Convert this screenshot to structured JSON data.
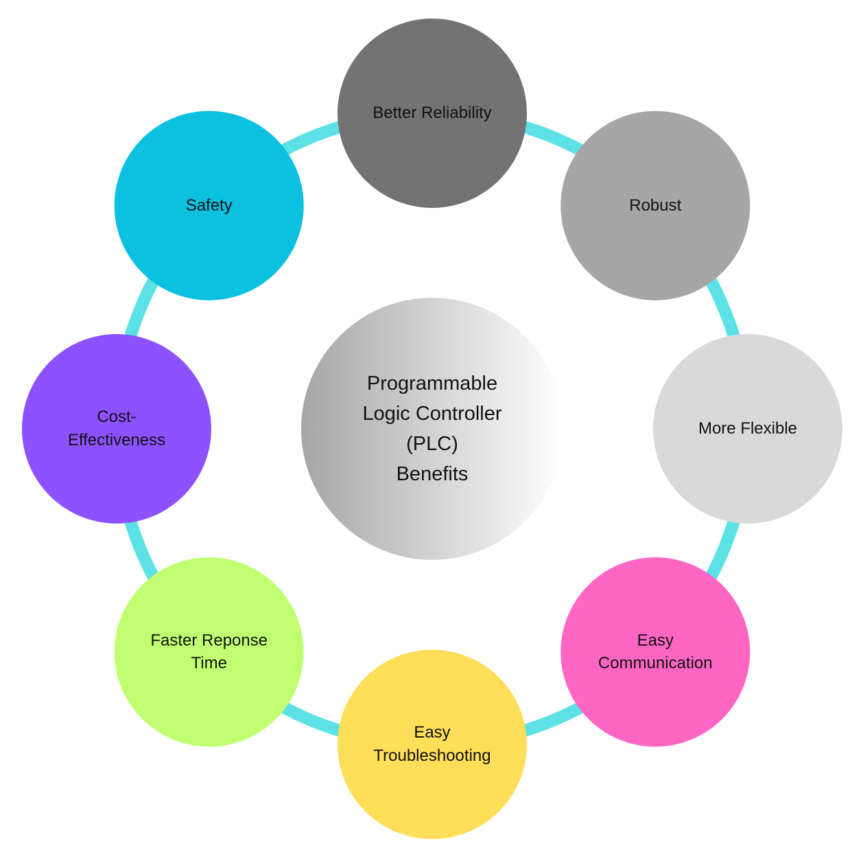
{
  "diagram": {
    "type": "radial-cycle",
    "ring_color": "#5ce1e6",
    "hub": {
      "lines": [
        "Programmable",
        "Logic Controller",
        "(PLC)",
        "Benefits"
      ],
      "gradient": [
        "#a6a6a6",
        "#ffffff"
      ]
    },
    "nodes": [
      {
        "id": "better-reliability",
        "lines": [
          "Better Reliability"
        ],
        "color": "#737373"
      },
      {
        "id": "robust",
        "lines": [
          "Robust"
        ],
        "color": "#a6a6a6"
      },
      {
        "id": "more-flexible",
        "lines": [
          "More Flexible"
        ],
        "color": "#d9d9d9"
      },
      {
        "id": "easy-communication",
        "lines": [
          "Easy",
          "Communication"
        ],
        "color": "#ff66c4"
      },
      {
        "id": "easy-troubleshooting",
        "lines": [
          "Easy",
          "Troubleshooting"
        ],
        "color": "#ffde59"
      },
      {
        "id": "faster-response-time",
        "lines": [
          "Faster Reponse",
          "Time"
        ],
        "color": "#c1ff72"
      },
      {
        "id": "cost-effectiveness",
        "lines": [
          "Cost-",
          "Effectiveness"
        ],
        "color": "#8c52ff"
      },
      {
        "id": "safety",
        "lines": [
          "Safety"
        ],
        "color": "#0cc0df"
      }
    ]
  }
}
